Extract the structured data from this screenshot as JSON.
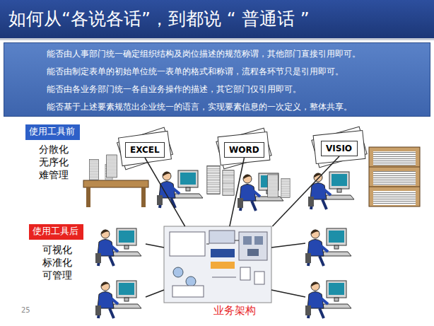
{
  "diagram": {
    "title": "如何从“各说各话”，到都说 “ 普通话 ”",
    "nodes": [
      {
        "text": [
          "能否由人事部门统一确定组织结构及岗位描述的规范称谓，其他部门直接引用即可。",
          "能否由制定表单的初始单位统一表单的格式和称谓，流程各环节只是引用即可。",
          "能否由各业务部门统一各自业务操作的描述，其它部门仅引用即可。",
          "能否基于上述要素规范出企业统一的语言，实现要素信息的一次定义，整体共享。"
        ]
      },
      {
        "text": [
          "使用工具前"
        ]
      },
      {
        "text": [
          "使用工具后"
        ]
      },
      {
        "text": [
          "EXCEL"
        ]
      },
      {
        "text": [
          "WORD"
        ]
      },
      {
        "text": [
          "VISIO"
        ]
      },
      {
        "text": [
          "业务架构"
        ]
      }
    ],
    "edges": [
      {
        "from": 3,
        "to": 6,
        "arrow": "none"
      },
      {
        "from": 4,
        "to": 6,
        "arrow": "none"
      },
      {
        "from": 5,
        "to": 6,
        "arrow": "none"
      }
    ],
    "labels": [
      "分散化",
      "无序化",
      "难管理",
      "可视化",
      "标准化",
      "可管理",
      "25"
    ]
  }
}
